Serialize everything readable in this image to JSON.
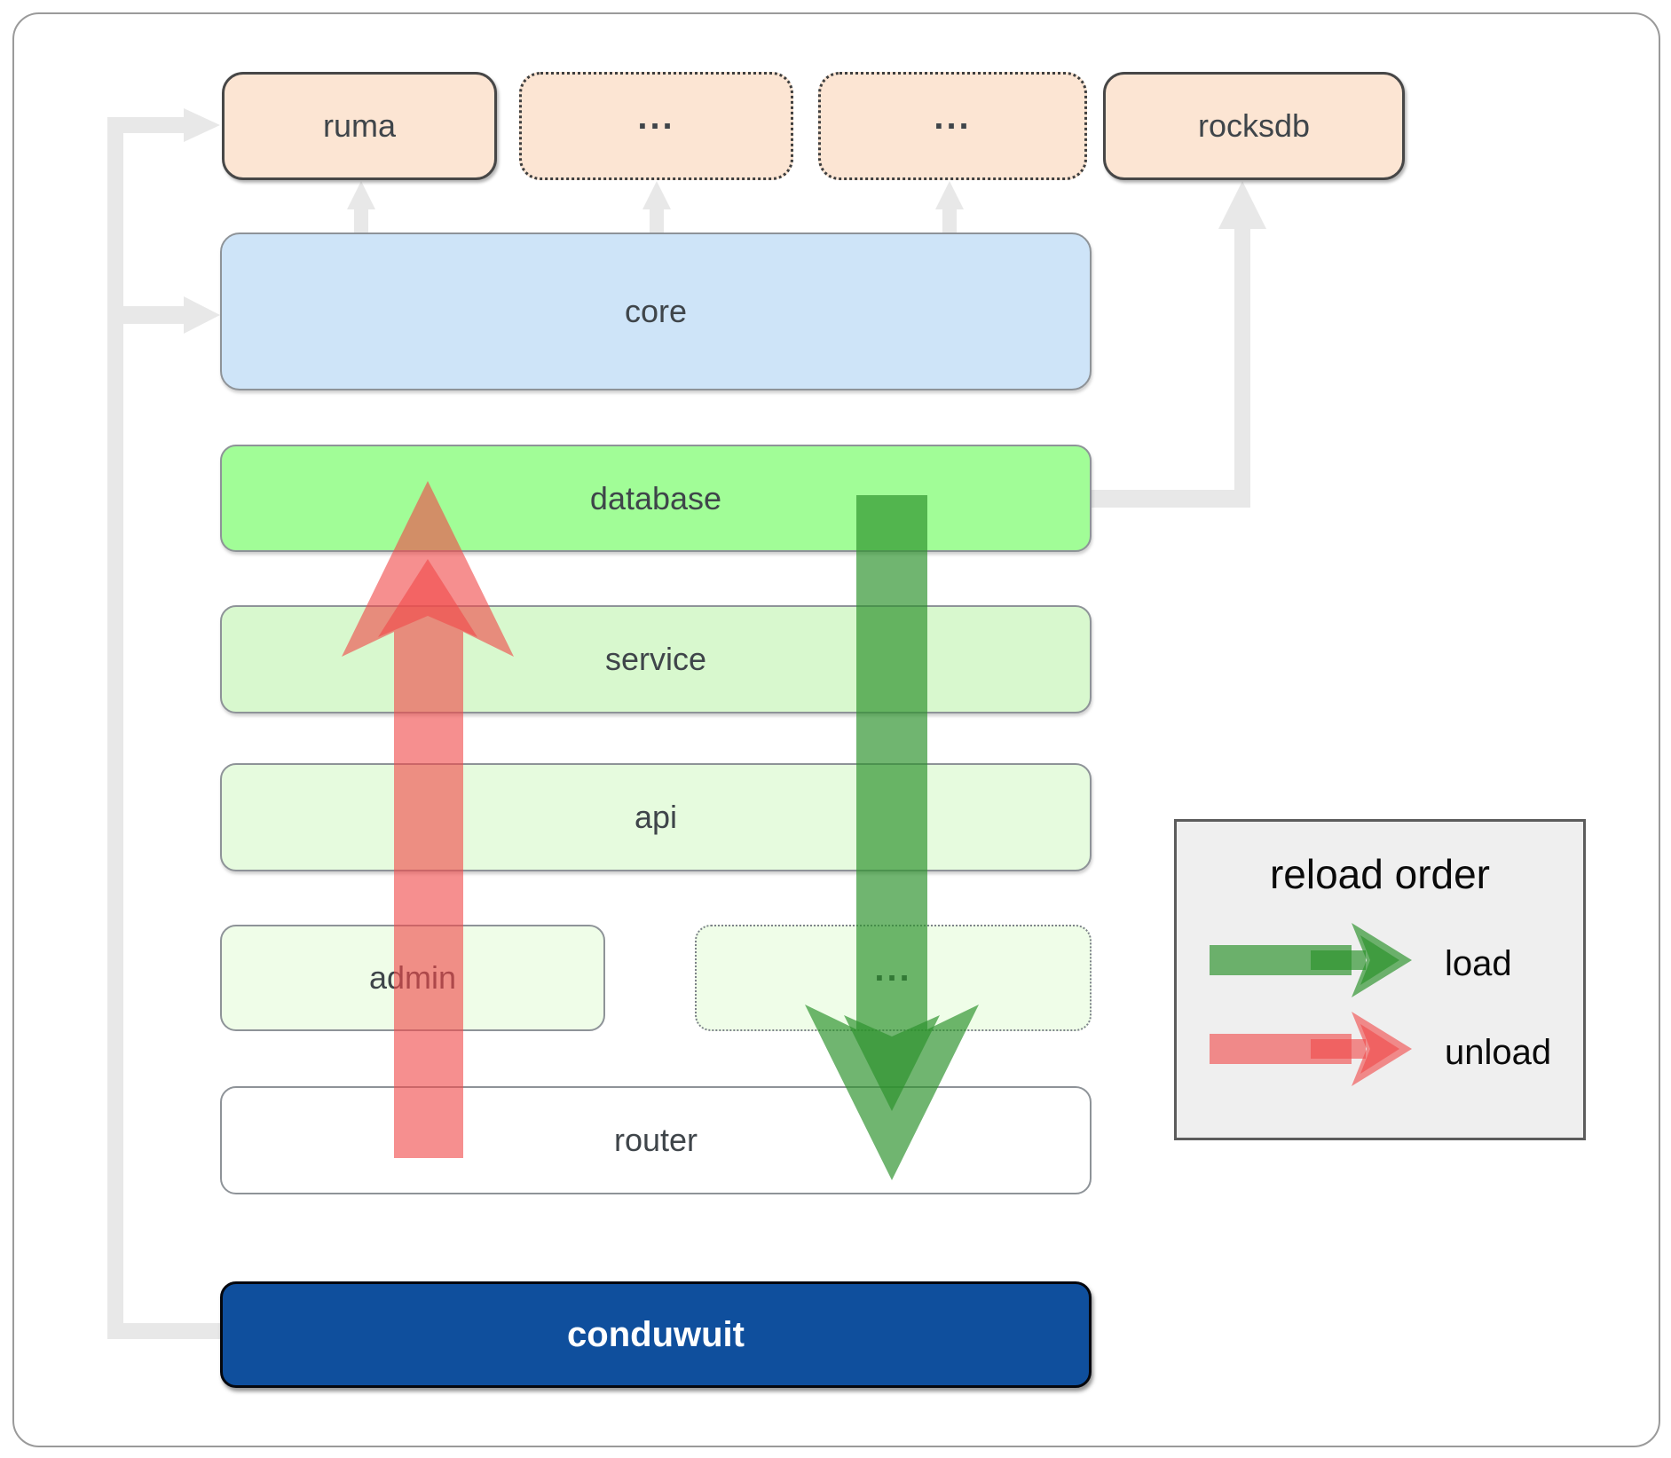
{
  "diagram": {
    "top_row": [
      {
        "label": "ruma",
        "style": "solid"
      },
      {
        "label": "...",
        "style": "dotted"
      },
      {
        "label": "...",
        "style": "dotted"
      },
      {
        "label": "rocksdb",
        "style": "solid"
      }
    ],
    "layers": [
      {
        "label": "core"
      },
      {
        "label": "database"
      },
      {
        "label": "service"
      },
      {
        "label": "api"
      }
    ],
    "admin_row": [
      {
        "label": "admin",
        "style": "solid"
      },
      {
        "label": "...",
        "style": "dotted"
      }
    ],
    "router": {
      "label": "router"
    },
    "application": {
      "label": "conduwuit"
    }
  },
  "legend": {
    "title": "reload order",
    "load_label": "load",
    "unload_label": "unload"
  },
  "colors": {
    "box_peach": "#FCE5D3",
    "box_core": "#CEE4F8",
    "box_database": "#A1FD97",
    "box_service": "#D8F8CE",
    "box_api": "#E6FBDE",
    "box_admin": "#EFFDE8",
    "box_router": "#FFFFFF",
    "box_app": "#0F4F9D",
    "arrow_load": "rgba(44,146,44,0.68)",
    "arrow_unload": "rgba(240,75,75,0.62)",
    "connector": "#E8E8E8",
    "label_color": "#3F454A",
    "legend_bg": "#EFEFEF"
  }
}
